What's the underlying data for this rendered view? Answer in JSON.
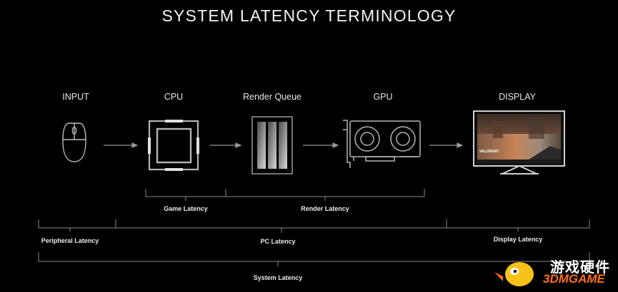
{
  "title": "SYSTEM LATENCY TERMINOLOGY",
  "stages": {
    "input": "INPUT",
    "cpu": "CPU",
    "render_queue": "Render Queue",
    "gpu": "GPU",
    "display": "DISPLAY"
  },
  "brackets": {
    "game_latency": "Game Latency",
    "render_latency": "Render Latency",
    "peripheral_latency": "Peripheral Latency",
    "pc_latency": "PC Latency",
    "display_latency": "Display Latency",
    "system_latency": "System Latency"
  },
  "monitor_screen_text": "VALORANT",
  "watermark": {
    "line1": "游戏硬件",
    "line2": "3DMGAME"
  }
}
